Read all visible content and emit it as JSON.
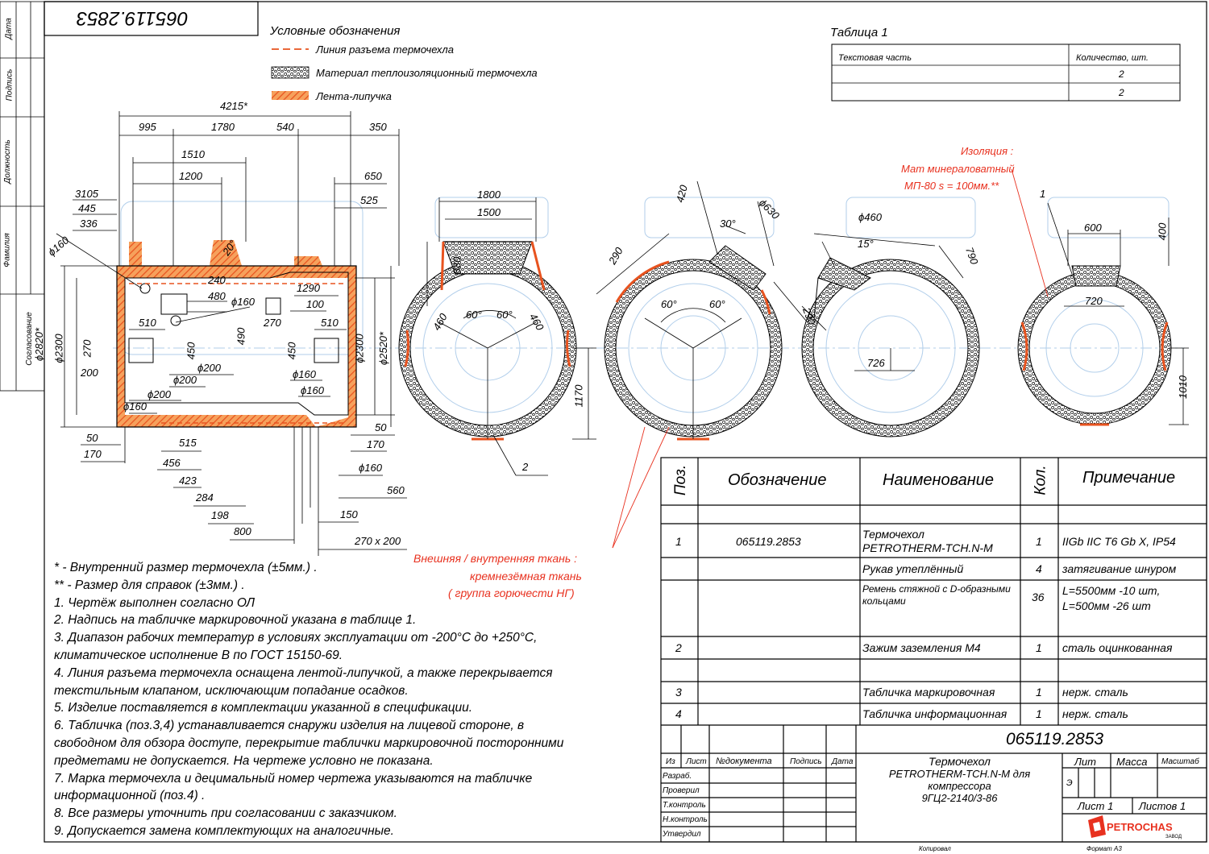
{
  "stamp_top": "065119.2853",
  "side_labels": [
    "Дата",
    "Подпись",
    "Должность",
    "Фамилия",
    "Согласование"
  ],
  "legend": {
    "title": "Условные обозначения",
    "items": [
      "Линия разъема термочехла",
      "Материал теплоизоляционный термочехла",
      "Лента-липучка"
    ]
  },
  "table1": {
    "title": "Таблица 1",
    "headers": [
      "Текстовая часть",
      "Количество, шт."
    ],
    "rows": [
      [
        "",
        "2"
      ],
      [
        "",
        "2"
      ]
    ]
  },
  "dims": {
    "d4215": "4215*",
    "d995": "995",
    "d1780": "1780",
    "d540": "540",
    "d350": "350",
    "d1510": "1510",
    "d1200": "1200",
    "d650": "650",
    "d525": "525",
    "d3105": "3105",
    "d445": "445",
    "d336": "336",
    "d160a": "ϕ160",
    "d20": "20°",
    "d240": "240",
    "d480": "480",
    "d1290": "1290",
    "d160b": "ϕ160",
    "d100": "100",
    "d510a": "510",
    "d270a": "270",
    "d510b": "510",
    "d490": "490",
    "d450a": "450",
    "d450b": "450",
    "d2820": "ϕ2820*",
    "d2300a": "ϕ2300",
    "d270b": "270",
    "d200a": "200",
    "d200b": "ϕ200",
    "d160c": "ϕ160",
    "d200c": "ϕ200",
    "d160d": "ϕ160",
    "d200d": "ϕ200",
    "d160e": "ϕ160",
    "d2300b": "ϕ2300",
    "d2520": "ϕ2520*",
    "d50a": "50",
    "d170a": "170",
    "d515": "515",
    "d456": "456",
    "d423": "423",
    "d284": "284",
    "d198": "198",
    "d800": "800",
    "d50b": "50",
    "d170b": "170",
    "d160f": "ϕ160",
    "d560": "560",
    "d150": "150",
    "d270x200": "270 х 200",
    "v1800": "1800",
    "v1500": "1500",
    "v880": "880",
    "v460a": "460",
    "v60a": "60°",
    "v60b": "60°",
    "v460b": "460",
    "v1170": "1170",
    "v2": "2",
    "v420": "420",
    "v630": "ϕ630",
    "v30": "30°",
    "v290a": "290",
    "v60c": "60°",
    "v60d": "60°",
    "v290b": "290",
    "v460c": "ϕ460",
    "v15": "15°",
    "v790": "790",
    "v726": "726",
    "v1": "1",
    "v600": "600",
    "v400": "400",
    "v720": "720",
    "v1010": "1010"
  },
  "insulation_note": [
    "Изоляция :",
    "Мат минераловатный",
    "МП-80 s = 100мм.**"
  ],
  "fabric_note": [
    "Внешняя / внутренняя ткань :",
    "кремнезёмная ткань",
    "( группа горючести НГ)"
  ],
  "notes": [
    "* - Внутренний размер термочехла  (±5мм.) .",
    "** - Размер для справок  (±3мм.) .",
    "1. Чертёж выполнен согласно ОЛ",
    "2. Надпись на табличке маркировочной указана в таблице 1.",
    "3. Диапазон рабочих температур в условиях эксплуатации от -200°С до +250°С,",
    "климатическое исполнение В по ГОСТ 15150-69.",
    "4. Линия разъема термочехла оснащена лентой-липучкой, а также перекрывается",
    "текстильным клапаном, исключающим попадание осадков.",
    "5. Изделие поставляется в комплектации указанной в спецификации.",
    "6. Табличка  (поз.3,4)   устанавливается снаружи изделия на лицевой стороне, в",
    "свободном для обзора доступе, перекрытие таблички маркировочной посторонними",
    "предметами не допускается.  На чертеже условно не показана.",
    "7. Марка термочехла и децимальный номер чертежа указываются на табличке",
    "информационной  (поз.4) .",
    "8. Все размеры уточнить при согласовании с заказчиком.",
    "9. Допускается замена комплектующих на аналогичные."
  ],
  "spec": {
    "headers": [
      "Поз.",
      "Обозначение",
      "Наименование",
      "Кол.",
      "Примечание"
    ],
    "rows": [
      [
        "",
        "",
        "",
        "",
        ""
      ],
      [
        "1",
        "065119.2853",
        "Термочехол PETROTHERM-TCH.N-M",
        "1",
        "IIGb IIC T6 Gb X, IP54"
      ],
      [
        "",
        "",
        "Рукав утеплённый",
        "4",
        "затягивание шнуром"
      ],
      [
        "",
        "",
        "Ремень стяжной с D-образными кольцами",
        "36",
        "L=5500мм -10 шт, L=500мм -26 шт"
      ],
      [
        "2",
        "",
        "Зажим заземления М4",
        "1",
        "сталь оцинкованная"
      ],
      [
        "",
        "",
        "",
        "",
        ""
      ],
      [
        "3",
        "",
        "Табличка маркировочная",
        "1",
        "нерж. сталь"
      ],
      [
        "4",
        "",
        "Табличка информационная",
        "1",
        "нерж. сталь"
      ]
    ]
  },
  "title_block": {
    "number": "065119.2853",
    "cols": [
      "Из",
      "Лист",
      "№документа",
      "Подпись",
      "Дата"
    ],
    "roles": [
      "Разраб.",
      "Проверил",
      "Т.контроль",
      "Н.контроль",
      "Утвердил"
    ],
    "name": [
      "Термочехол",
      "PETROTHERM-TCH.N-M для",
      "компрессора",
      "9ГЦ2-2140/3-86"
    ],
    "lit": "Лит",
    "mass": "Масса",
    "scale": "Масштаб",
    "lit_val": "Э",
    "sheet": "Лист 1",
    "sheets": "Листов  1",
    "logo": "PETROCHAS",
    "logo_sub": "ЗАВОД",
    "copied": "Копировал",
    "format": "Формат А3"
  }
}
